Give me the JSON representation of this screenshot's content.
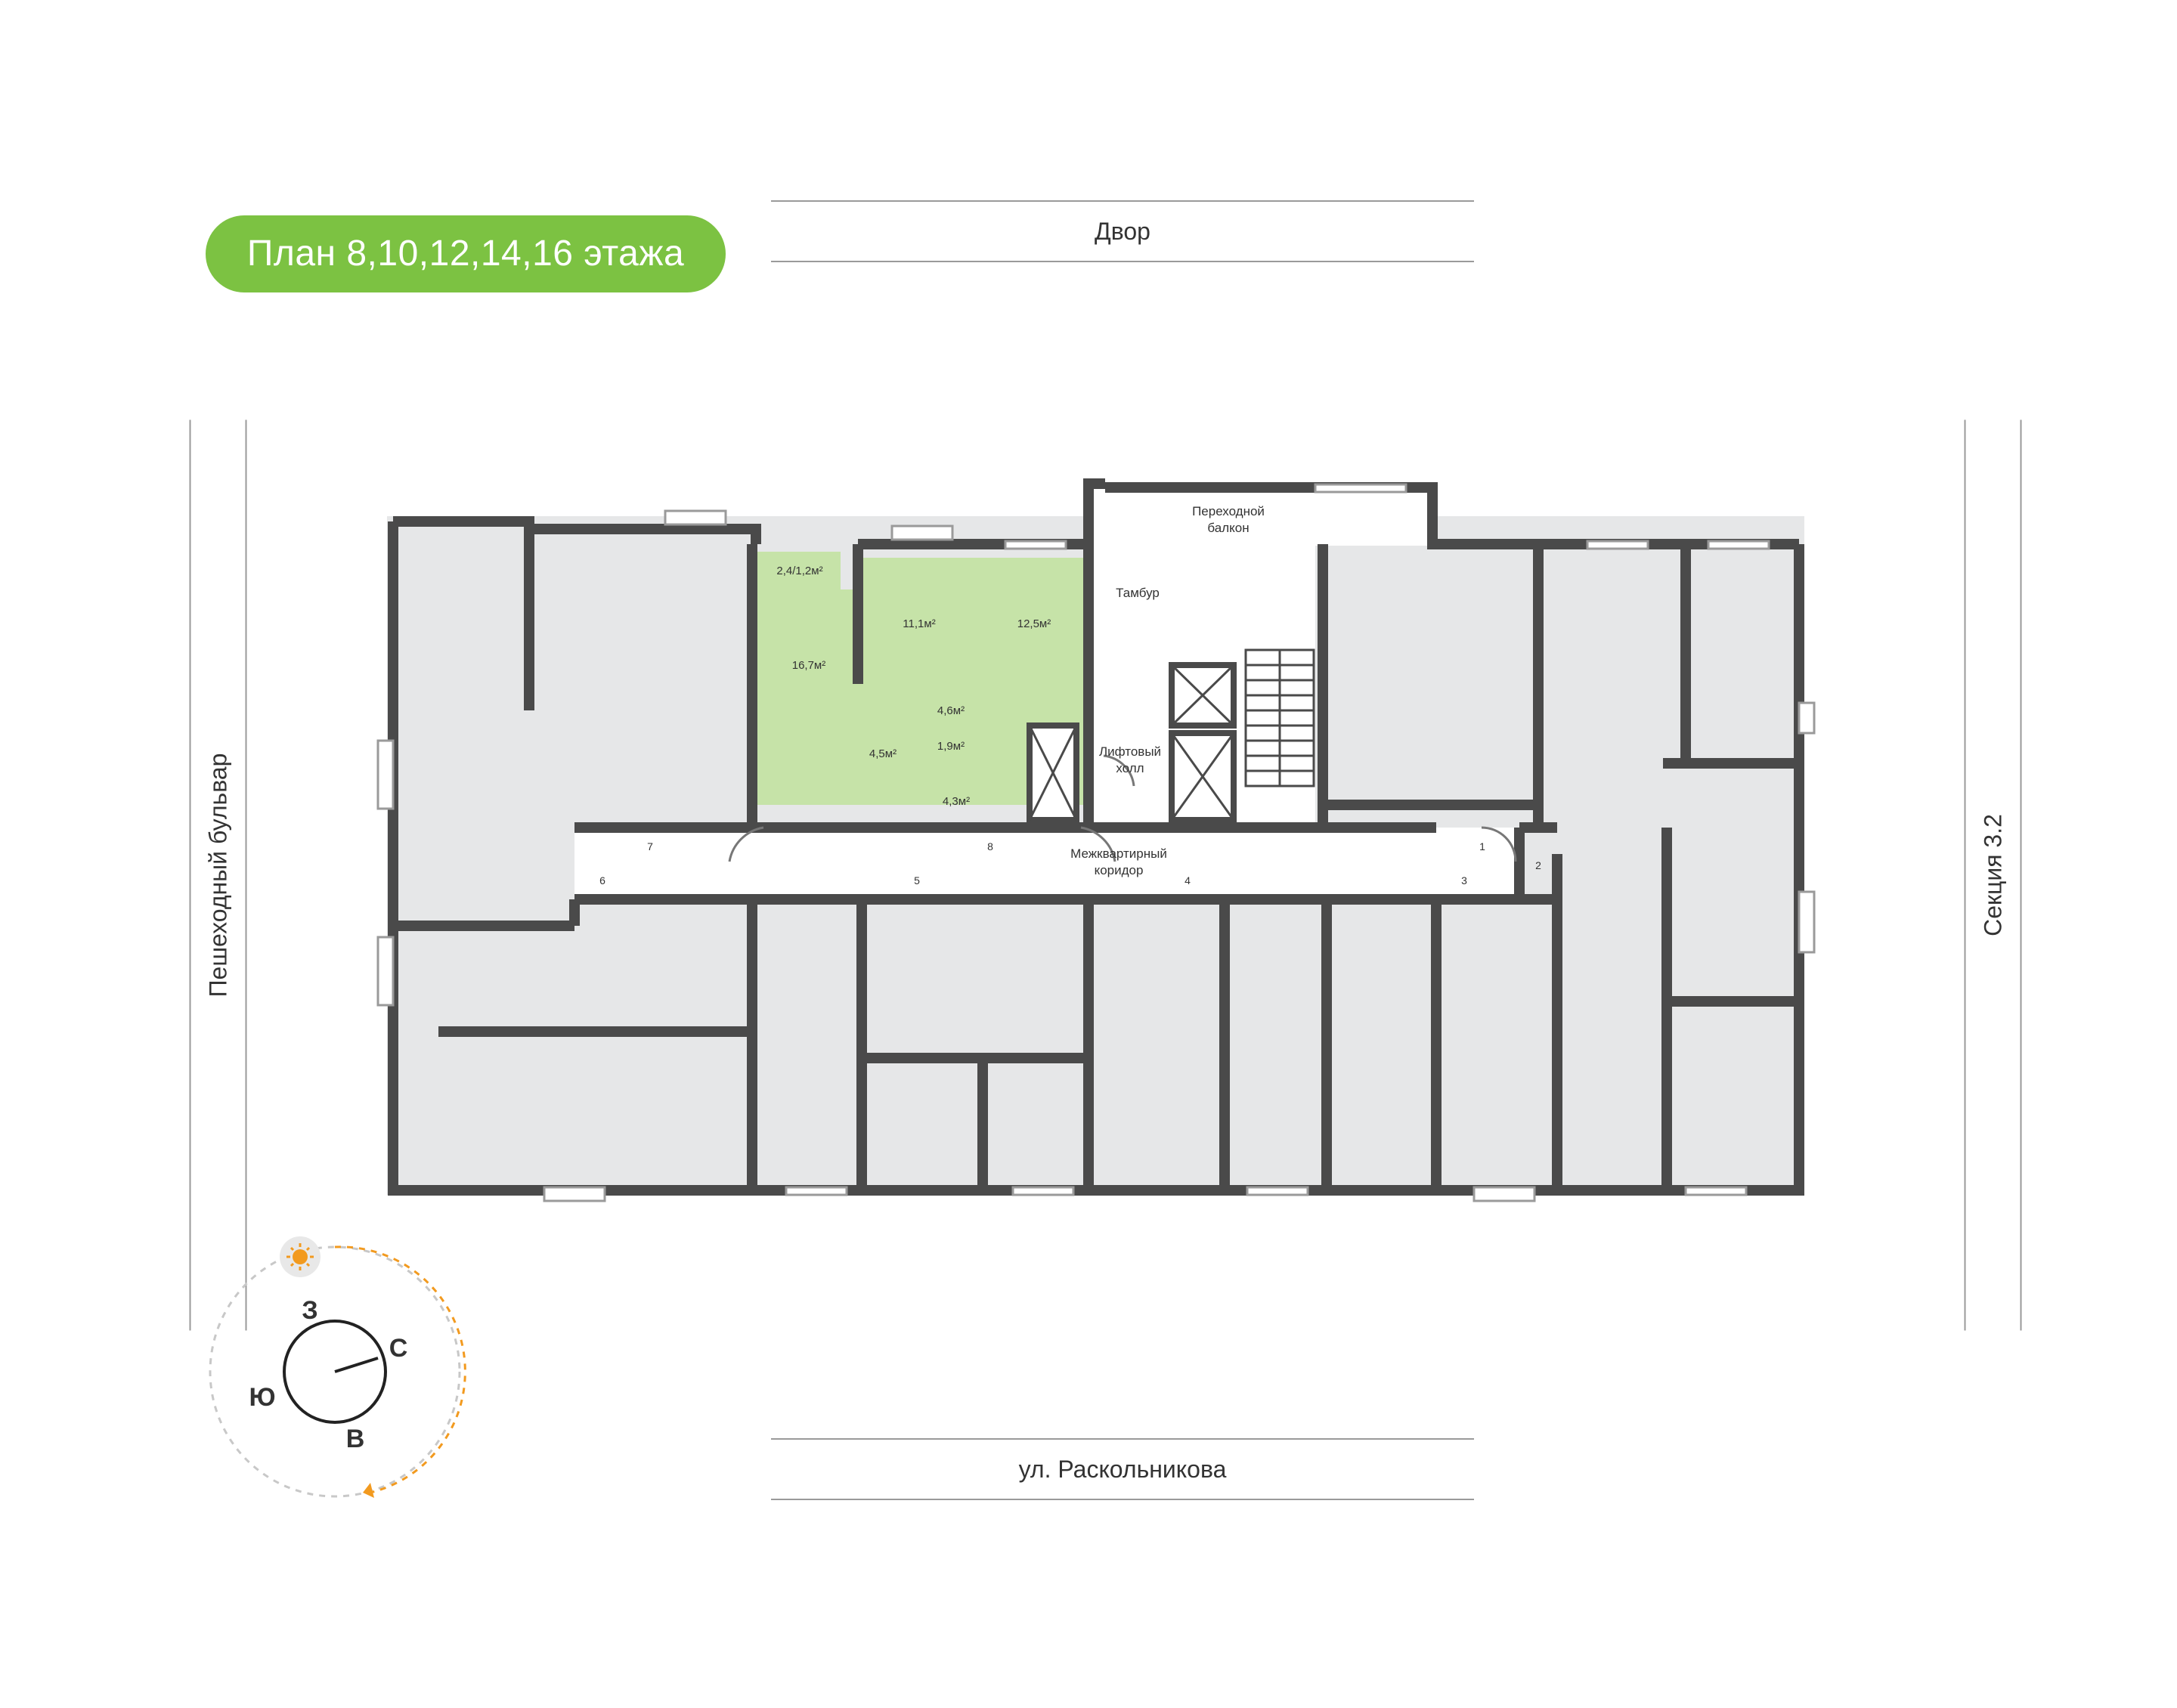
{
  "title": "План 8,10,12,14,16 этажа",
  "streets": {
    "top": "Двор",
    "bottom": "ул. Раскольникова",
    "left": "Пешеходный бульвар",
    "right": "Секция 3.2"
  },
  "common_areas": {
    "transfer_balcony": [
      "Переходной",
      "балкон"
    ],
    "vestibule": "Тамбур",
    "elevator_hall": [
      "Лифтовый",
      "холл"
    ],
    "corridor": [
      "Межквартирный",
      "коридор"
    ]
  },
  "highlighted_apartment": {
    "color": "#c6e3a8",
    "rooms": [
      "2,4/1,2м²",
      "11,1м²",
      "12,5м²",
      "16,7м²",
      "4,6м²",
      "4,5м²",
      "1,9м²",
      "4,3м²"
    ]
  },
  "door_numbers": [
    "1",
    "2",
    "3",
    "4",
    "5",
    "6",
    "7",
    "8"
  ],
  "compass": {
    "north": "С",
    "south": "Ю",
    "east": "В",
    "west": "З",
    "sun_icon": "sun-icon",
    "accent_color": "#f29a1f"
  },
  "colors": {
    "wall": "#4a4a4a",
    "room": "#e6e7e8",
    "pill": "#7cc242"
  }
}
